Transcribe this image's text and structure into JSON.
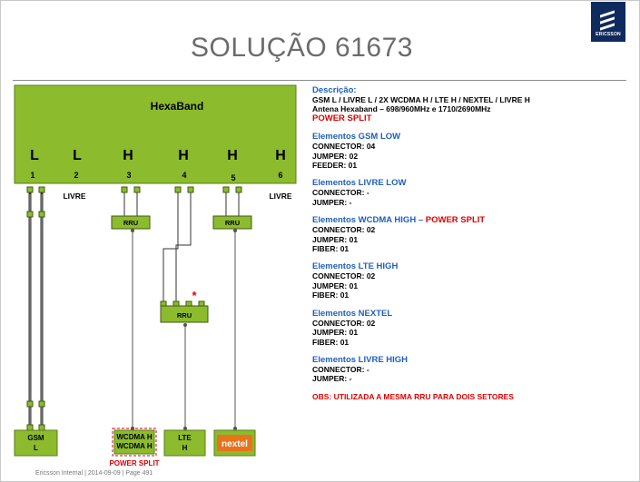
{
  "title": "SOLUÇÃO 61673",
  "logo": {
    "word": "ERICSSON"
  },
  "antenna": {
    "name": "HexaBand",
    "ports": [
      {
        "band": "L",
        "num": "1"
      },
      {
        "band": "L",
        "num": "2"
      },
      {
        "band": "H",
        "num": "3"
      },
      {
        "band": "H",
        "num": "4"
      },
      {
        "band": "H",
        "num": "5"
      },
      {
        "band": "H",
        "num": "6"
      }
    ],
    "livre_labels": [
      "LIVRE",
      "LIVRE"
    ]
  },
  "rru_label": "RRU",
  "asterisk": "*",
  "bottom_boxes": {
    "gsm": [
      "GSM",
      "L"
    ],
    "wcdma": [
      "WCDMA H",
      "WCDMA H"
    ],
    "lte": [
      "LTE",
      "H"
    ],
    "nextel": "nextel",
    "power_split_label": "POWER SPLIT"
  },
  "description": {
    "heading": "Descrição:",
    "line1": "GSM L / LIVRE L / 2X WCDMA H / LTE H / NEXTEL / LIVRE H",
    "line2": "Antena Hexaband – 698/960MHz  e  1710/2690MHz",
    "line3": "POWER SPLIT"
  },
  "sections": [
    {
      "title": "Elementos GSM LOW",
      "title_red": "",
      "items": [
        "CONNECTOR: 04",
        "JUMPER: 02",
        "FEEDER: 01"
      ]
    },
    {
      "title": "Elementos LIVRE LOW",
      "title_red": "",
      "items": [
        "CONNECTOR: -",
        "JUMPER: -"
      ]
    },
    {
      "title": "Elementos WCDMA HIGH – ",
      "title_red": "POWER SPLIT",
      "items": [
        "CONNECTOR: 02",
        "JUMPER: 01",
        "FIBER: 01"
      ]
    },
    {
      "title": "Elementos LTE HIGH",
      "title_red": "",
      "items": [
        "CONNECTOR: 02",
        "JUMPER: 01",
        "FIBER: 01"
      ]
    },
    {
      "title": "Elementos NEXTEL",
      "title_red": "",
      "items": [
        "CONNECTOR: 02",
        "JUMPER: 01",
        "FIBER: 01"
      ]
    },
    {
      "title": "Elementos LIVRE HIGH",
      "title_red": "",
      "items": [
        "CONNECTOR: -",
        "JUMPER: -"
      ]
    }
  ],
  "obs": "OBS: UTILIZADA A MESMA RRU PARA DOIS SETORES",
  "footer": "Ericsson Internal  |  2014-09-09  |  Page 491",
  "colors": {
    "green": "#8cbb2e",
    "green_border": "#5a7d16",
    "title_blue": "#1f5fc0",
    "red": "#e00000",
    "nextel_orange": "#e8731c"
  }
}
